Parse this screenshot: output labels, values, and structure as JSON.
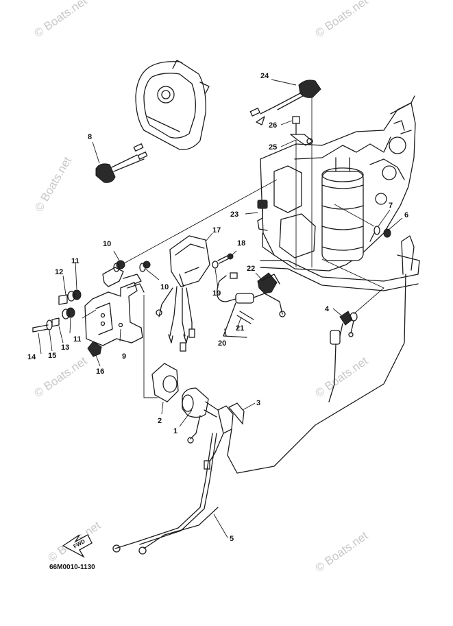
{
  "watermark_text": "© Boats.net",
  "diagram_code": "66M0010-1130",
  "fwd_label": "FWD",
  "callouts": {
    "p1": "1",
    "p2": "2",
    "p3": "3",
    "p4": "4",
    "p5": "5",
    "p6": "6",
    "p7": "7",
    "p8": "8",
    "p9": "9",
    "p10a": "10",
    "p10b": "10",
    "p11a": "11",
    "p11b": "11",
    "p12": "12",
    "p13": "13",
    "p14": "14",
    "p15": "15",
    "p16": "16",
    "p17": "17",
    "p18": "18",
    "p19": "19",
    "p20": "20",
    "p21": "21",
    "p22": "22",
    "p23": "23",
    "p24": "24",
    "p25": "25",
    "p26": "26"
  }
}
